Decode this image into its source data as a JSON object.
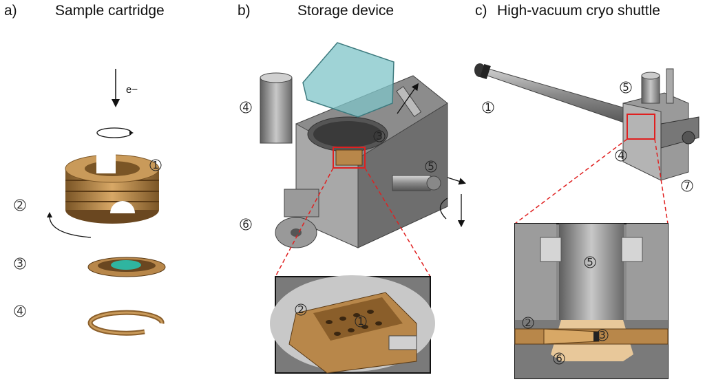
{
  "panels": {
    "a": {
      "letter": "a)",
      "title": "Sample cartridge"
    },
    "b": {
      "letter": "b)",
      "title": "Storage device"
    },
    "c": {
      "letter": "c)",
      "title": "High-vacuum cryo shuttle"
    }
  },
  "beam_label": "e−",
  "callouts": {
    "a1": "1",
    "a2": "2",
    "a3": "3",
    "a4": "4",
    "b4": "4",
    "b3": "3",
    "b5": "5",
    "b6": "6",
    "b_inset_2": "2",
    "b_inset_1": "1",
    "c1": "1",
    "c5": "5",
    "c4": "4",
    "c7": "7",
    "c_inset_5": "5",
    "c_inset_2": "2",
    "c_inset_3": "3",
    "c_inset_6": "6"
  },
  "colors": {
    "bronze": "#b8874a",
    "bronze_dark": "#7a5526",
    "steel": "#9a9a9a",
    "steel_dark": "#5e5e5e",
    "glass": "#7fc4c8",
    "sample": "#2fb5a0",
    "highlight": "#e02020"
  }
}
